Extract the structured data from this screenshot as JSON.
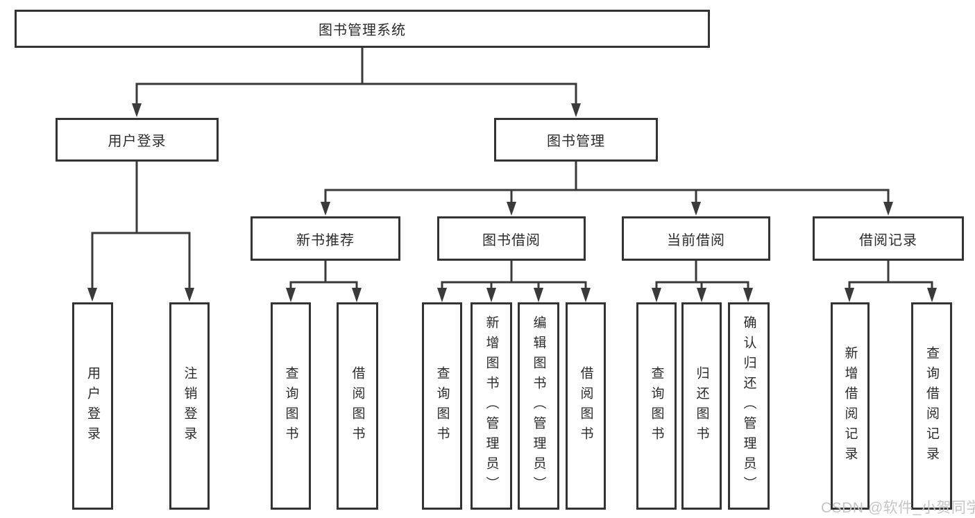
{
  "colors": {
    "line": "#3a3a3a",
    "box_border": "#333333",
    "text": "#2b2b2b",
    "watermark": "#c4c4c4",
    "background": "#ffffff"
  },
  "watermark": {
    "text": "CSDN @软件_小贺同学"
  },
  "tree": {
    "label": "图书管理系统",
    "children": [
      {
        "label": "用户登录",
        "children": [
          {
            "label": "用户登录"
          },
          {
            "label": "注销登录"
          }
        ]
      },
      {
        "label": "图书管理",
        "children": [
          {
            "label": "新书推荐",
            "children": [
              {
                "label": "查询图书"
              },
              {
                "label": "借阅图书"
              }
            ]
          },
          {
            "label": "图书借阅",
            "children": [
              {
                "label": "查询图书"
              },
              {
                "label": "新增图书（管理员）"
              },
              {
                "label": "编辑图书（管理员）"
              },
              {
                "label": "借阅图书"
              }
            ]
          },
          {
            "label": "当前借阅",
            "children": [
              {
                "label": "查询图书"
              },
              {
                "label": "归还图书"
              },
              {
                "label": "确认归还（管理员）"
              }
            ]
          },
          {
            "label": "借阅记录",
            "children": [
              {
                "label": "新增借阅记录"
              },
              {
                "label": "查询借阅记录"
              }
            ]
          }
        ]
      }
    ]
  }
}
